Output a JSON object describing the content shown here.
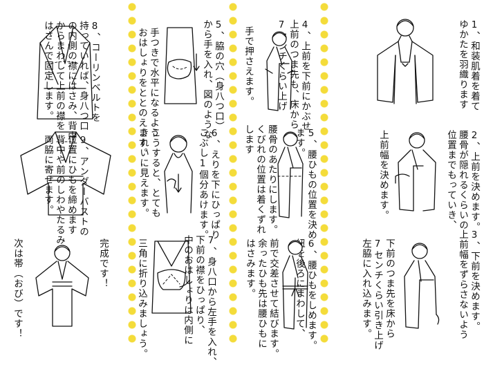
{
  "column_right": {
    "step1": "1、和装肌着を着て\nゆかたを羽織ります",
    "step2": "2、上前を決めます。\n腰骨が隠れるくらいの\n位置までもっていき、",
    "step2_note": "上前幅を決めます。",
    "step3": "3、下前を決めます。\n上前幅をずらさないよう",
    "step3_b": "下前のつま先を床から\n7センチくらい引き上げ\n左脇に入れ込みます。"
  },
  "column_middle": {
    "step4": "4、上前を下前にかぶせ\n上前のつま先も、床から\n7センチくらい上げ",
    "step4_note": "手で押さえます。",
    "step5": "5、腰ひもの位置を決め\nます。",
    "step5_b": "腰骨のあたりにします。\nくびれの位置は着くずれ\nします",
    "step6": "6、腰ひもをしめます。\n紐を後ろにまわして、",
    "step6_b": "前で交差させて結びます。\n余ったひも先は腰ひもに\nはさみます。"
  },
  "column_left_middle": {
    "step5b": "5、脇の穴（身八つ口）\nから手を入れ、図のような",
    "step5b_note": "手つきで水平になるよう\nおはしょりをととのえます。",
    "step6b": "6、えりを下にひっぱり\nこぶし1個分あけます。",
    "step6b_note": "こうすると、とても\nきれいに見えます。",
    "step7": "7、身八口から左手を入れ、\n下前の襟をひっぱり、\n中のおはしょりは内側に",
    "step7_note": "三角に折り込みましょう。"
  },
  "column_left": {
    "step8": "8、コーリンベルトを\n持っていれば、身八つ口\nの内側の襟にはさみ、背中\nからまわして上前の襟を\nはさんで固定します。",
    "step9": "9、アンダーバストの\n位置にひもを締めます\n背中や前のしわやたるみは\n両脇に寄せます。",
    "done": "完成です！",
    "next": "次は帯（おび）です！"
  },
  "colors": {
    "separator": "#f4dc3a",
    "ink": "#111111"
  }
}
